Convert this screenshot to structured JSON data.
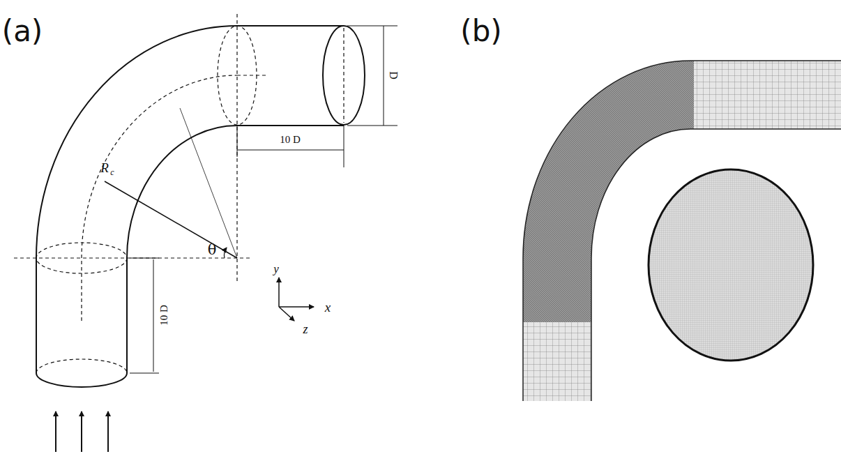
{
  "diagram": {
    "labels": [
      "(a)",
      "(b)",
      "D",
      "10 D",
      "R",
      "c",
      "θ",
      "y",
      "x",
      "z",
      "10 D"
    ]
  }
}
